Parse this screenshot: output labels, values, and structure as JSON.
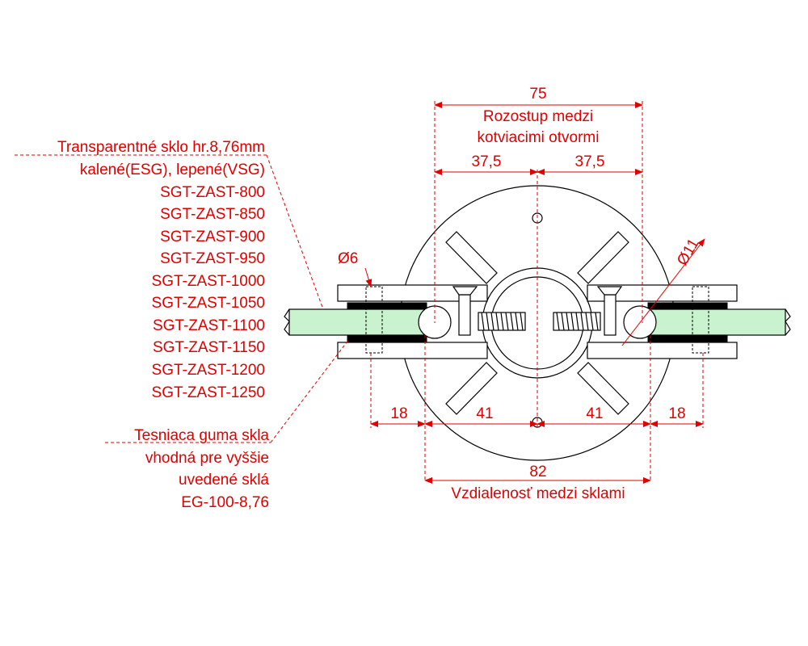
{
  "labels": {
    "glass_title": "Transparentné sklo hr.8,76mm",
    "glass_type": "kalené(ESG), lepené(VSG)",
    "models": [
      "SGT-ZAST-800",
      "SGT-ZAST-850",
      "SGT-ZAST-900",
      "SGT-ZAST-950",
      "SGT-ZAST-1000",
      "SGT-ZAST-1050",
      "SGT-ZAST-1100",
      "SGT-ZAST-1150",
      "SGT-ZAST-1200",
      "SGT-ZAST-1250"
    ],
    "gasket": [
      "Tesniaca guma skla",
      "vhodná pre vyššie",
      "uvedené sklá",
      "EG-100-8,76"
    ]
  },
  "dimensions": {
    "top_total": "75",
    "top_caption": [
      "Rozostup medzi",
      "kotviacimi otvormi"
    ],
    "top_half_left": "37,5",
    "top_half_right": "37,5",
    "hole_small": "Ø6",
    "hole_large": "Ø11",
    "bottom_left_outer": "18",
    "bottom_left_inner": "41",
    "bottom_right_inner": "41",
    "bottom_right_outer": "18",
    "bottom_total": "82",
    "bottom_caption": "Vzdialenosť medzi sklami"
  },
  "colors": {
    "annotation": "#e00000",
    "glass": "#c9f2cf",
    "line": "#000000"
  }
}
